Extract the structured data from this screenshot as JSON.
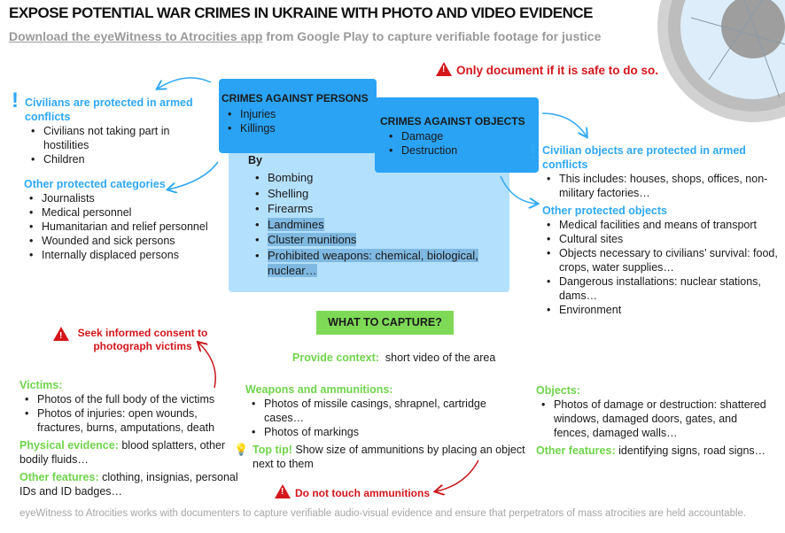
{
  "header": {
    "title": "EXPOSE POTENTIAL WAR CRIMES IN UKRAINE WITH PHOTO AND VIDEO EVIDENCE",
    "subtitle_link": "Download the eyeWitness to Atrocities app",
    "subtitle_rest": " from Google Play to capture verifiable footage for justice"
  },
  "warnings": {
    "safe": "Only document if it is safe to do so.",
    "consent": "Seek informed consent to photograph victims",
    "touch": "Do not touch ammunitions"
  },
  "persons": {
    "title": "CRIMES AGAINST PERSONS",
    "items": [
      "Injuries",
      "Killings"
    ]
  },
  "objects": {
    "title": "CRIMES AGAINST OBJECTS",
    "items": [
      "Damage",
      "Destruction"
    ]
  },
  "by": {
    "title": "By",
    "items": [
      "Bombing",
      "Shelling",
      "Firearms",
      "Landmines",
      "Cluster munitions",
      "Prohibited weapons: chemical, biological, nuclear…"
    ]
  },
  "civilians": {
    "title": "Civilians are protected in armed conflicts",
    "items": [
      "Civilians not taking part in hostilities",
      "Children"
    ]
  },
  "other_categories": {
    "title": "Other protected categories",
    "items": [
      "Journalists",
      "Medical personnel",
      "Humanitarian and relief personnel",
      "Wounded and sick persons",
      "Internally displaced persons"
    ]
  },
  "civilian_objects": {
    "title": "Civilian objects are protected in armed conflicts",
    "items": [
      "This includes: houses, shops, offices, non-military factories…"
    ]
  },
  "other_objects": {
    "title": "Other protected objects",
    "items": [
      "Medical facilities and means of transport",
      "Cultural sites",
      "Objects necessary to civilians’ survival: food, crops, water supplies…",
      "Dangerous installations: nuclear stations, dams…",
      "Environment"
    ]
  },
  "capture": {
    "title": "WHAT TO CAPTURE?",
    "context_label": "Provide context:",
    "context_text": "short video of the area"
  },
  "victims": {
    "title": "Victims:",
    "items": [
      "Photos of the full body of the victims",
      "Photos of injuries: open wounds, fractures, burns, amputations, death"
    ],
    "physical_label": "Physical evidence:",
    "physical_text": "blood splatters, other bodily fluids…",
    "other_label": "Other features:",
    "other_text": "clothing, insignias, personal IDs and ID badges…"
  },
  "weapons": {
    "title": "Weapons and ammunitions:",
    "items": [
      "Photos of missile casings, shrapnel, cartridge cases…",
      "Photos of markings"
    ],
    "tip_label": "Top tip!",
    "tip_text": "Show size of ammunitions by placing an object next to them"
  },
  "objects_capture": {
    "title": "Objects:",
    "items": [
      "Photos of damage or destruction: shattered windows, damaged doors, gates, and fences, damaged walls…"
    ],
    "other_label": "Other features:",
    "other_text": "identifying signs, road signs…"
  },
  "footer": "eyeWitness to Atrocities works with documenters to capture verifiable audio-visual evidence and ensure that perpetrators of mass atrocities are held accountable.",
  "colors": {
    "dark_blue": "#2aa3f5",
    "light_blue": "#b3e0fc",
    "green": "#7ed957",
    "red": "#d4161b"
  }
}
